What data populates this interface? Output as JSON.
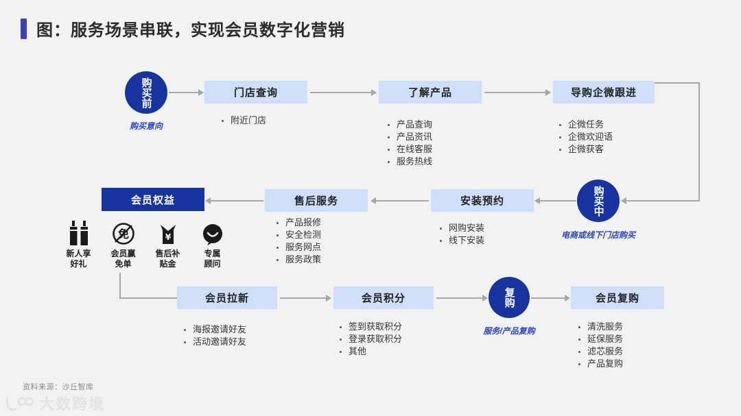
{
  "page": {
    "title": "图：服务场景串联，实现会员数字化营销",
    "source": "资料来源：沙丘智库",
    "watermark": "大数跨境",
    "colors": {
      "background": "#f2f2f2",
      "accent_bar": "#4040b0",
      "node_dark_blue": "#16339e",
      "node_light_blue": "#cfdffa",
      "caption_blue": "#2a44c8",
      "connector_gray": "#a6a6a6"
    }
  },
  "stages": {
    "pre_purchase": {
      "label": "购买前",
      "caption": "购买意向"
    },
    "in_purchase": {
      "label": "购买中",
      "caption": "电商或线下门店购买"
    },
    "repurchase": {
      "label": "复购",
      "caption": "服务/产品复购"
    }
  },
  "row1": [
    {
      "title": "门店查询",
      "items": [
        "附近门店"
      ]
    },
    {
      "title": "了解产品",
      "items": [
        "产品查询",
        "产品资讯",
        "在线客服",
        "服务热线"
      ]
    },
    {
      "title": "导购企微跟进",
      "items": [
        "企微任务",
        "企微欢迎语",
        "企微获客"
      ]
    }
  ],
  "row2": [
    {
      "title": "会员权益",
      "items": []
    },
    {
      "title": "售后服务",
      "items": [
        "产品报修",
        "安全检测",
        "服务网点",
        "服务政策"
      ]
    },
    {
      "title": "安装预约",
      "items": [
        "网购安装",
        "线下安装"
      ]
    }
  ],
  "row3": [
    {
      "title": "会员拉新",
      "items": [
        "海报邀请好友",
        "活动邀请好友"
      ]
    },
    {
      "title": "会员积分",
      "items": [
        "签到获取积分",
        "登录获取积分",
        "其他"
      ]
    },
    {
      "title": "会员复购",
      "items": [
        "清洗服务",
        "延保服务",
        "滤芯服务",
        "产品复购"
      ]
    }
  ],
  "benefits": [
    {
      "icon": "gift-icon",
      "label": "新人享\n好礼"
    },
    {
      "icon": "free-order-icon",
      "label": "会员赢\n免单"
    },
    {
      "icon": "money-bag-icon",
      "label": "售后补\n贴金"
    },
    {
      "icon": "speech-bubble-icon",
      "label": "专属\n顾问"
    }
  ]
}
